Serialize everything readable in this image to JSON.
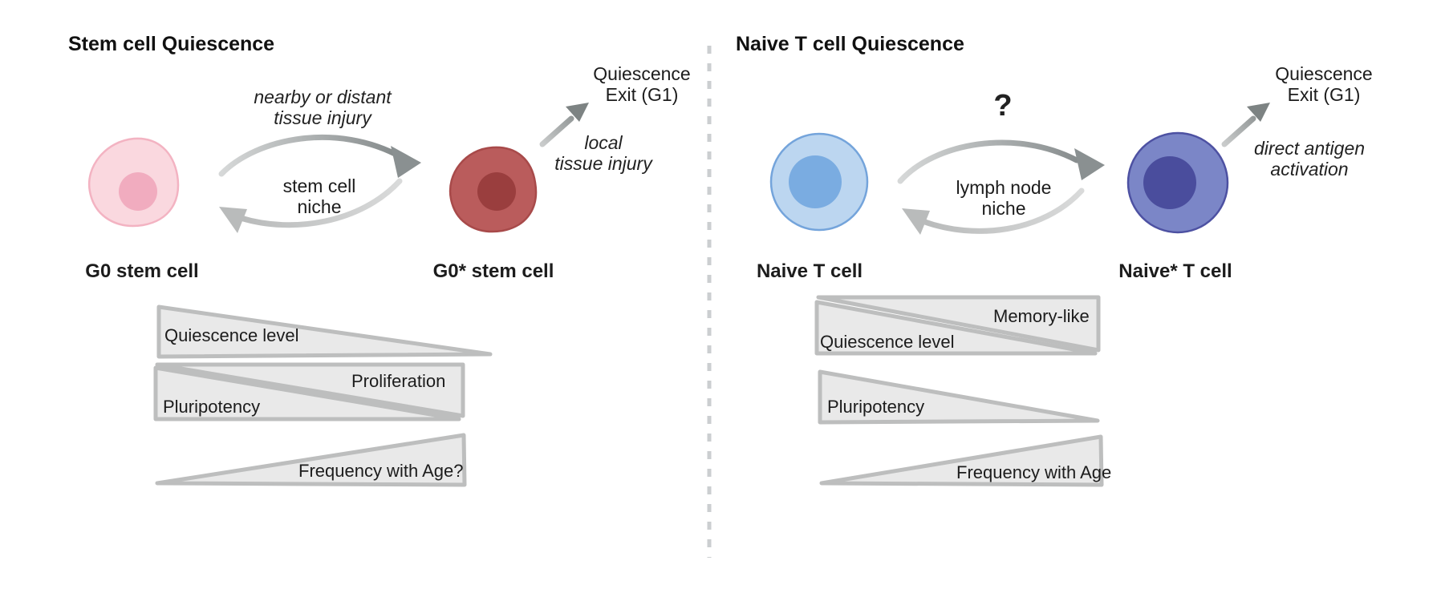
{
  "divider": {
    "color": "#CBCED0",
    "style": "dashed-vertical"
  },
  "arrows": {
    "forward_color": "#7D8383",
    "return_color": "#B6B8B8",
    "arrowhead_forward": "#8A9091",
    "arrowhead_return": "#B9BBBB"
  },
  "left": {
    "title": "Stem cell Quiescence",
    "forward_label": "nearby or distant\ntissue injury",
    "niche_label": "stem cell\nniche",
    "exit_label": "Quiescence\nExit (G1)",
    "exit_trigger": "local\ntissue injury",
    "cells": [
      {
        "label": "G0 stem cell",
        "body": "#FAD8DF",
        "border": "#F3B3C2",
        "nucleus": "#F1ACBF"
      },
      {
        "label": "G0* stem cell",
        "body": "#BA5C5C",
        "border": "#A84A4A",
        "nucleus": "#9A3E3E"
      }
    ],
    "wedges": [
      {
        "label": "Quiescence level",
        "trend": "decreasing"
      },
      {
        "label": "Proliferation",
        "trend": "increasing"
      },
      {
        "label": "Pluripotency",
        "trend": "decreasing"
      },
      {
        "label": "Frequency with Age?",
        "trend": "increasing"
      }
    ]
  },
  "right": {
    "title": "Naive T cell Quiescence",
    "forward_label": "?",
    "niche_label": "lymph node\nniche",
    "exit_label": "Quiescence\nExit (G1)",
    "exit_trigger": "direct antigen\nactivation",
    "cells": [
      {
        "label": "Naive T cell",
        "body": "#BCD6F0",
        "border": "#74A4DB",
        "nucleus": "#7AACE1"
      },
      {
        "label": "Naive* T cell",
        "body": "#7B86C7",
        "border": "#4D51A2",
        "nucleus": "#4A4D9D"
      }
    ],
    "wedges": [
      {
        "label": "Memory-like",
        "trend": "increasing"
      },
      {
        "label": "Quiescence level",
        "trend": "decreasing"
      },
      {
        "label": "Pluripotency",
        "trend": "decreasing"
      },
      {
        "label": "Frequency with Age",
        "trend": "increasing"
      }
    ]
  }
}
